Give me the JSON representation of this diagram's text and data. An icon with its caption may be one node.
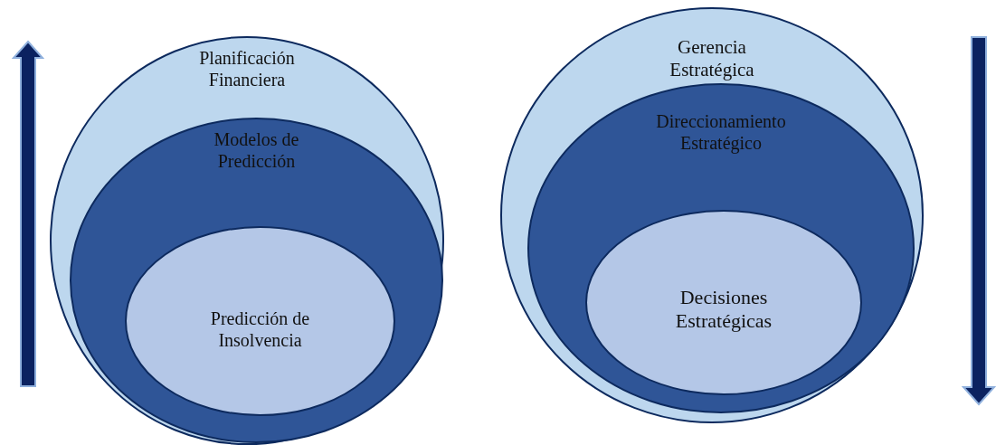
{
  "diagram": {
    "nodes": [
      {
        "text": [
          "Planificación Financiera"
        ]
      },
      {
        "text": [
          "Modelos de Predicción"
        ],
        "in": 0
      },
      {
        "text": [
          "Predicción de Insolvencia"
        ],
        "in": 1
      },
      {
        "text": [
          "Gerencia Estratégica"
        ]
      },
      {
        "text": [
          "Direccionamiento Estratégico"
        ],
        "in": 3
      },
      {
        "text": [
          "Decisiones Estratégicas"
        ],
        "in": 4
      }
    ]
  }
}
